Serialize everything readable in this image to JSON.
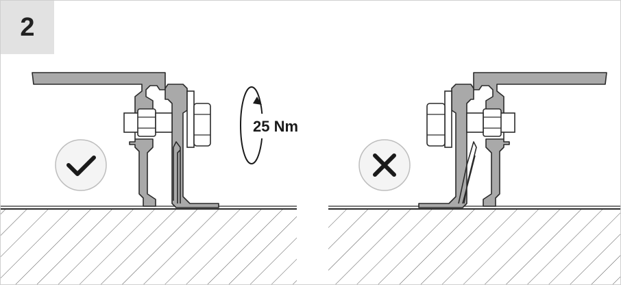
{
  "step": {
    "number": "2"
  },
  "torque": {
    "label": "25 Nm"
  },
  "panels": [
    {
      "id": "correct",
      "status_icon": "check-icon",
      "meaning": "correct"
    },
    {
      "id": "incorrect",
      "status_icon": "cross-icon",
      "meaning": "incorrect"
    }
  ],
  "colors": {
    "metal_fill": "#a9a9a9",
    "outline": "#2a2a2a",
    "hatch": "#555555",
    "badge_bg": "#e2e2e2",
    "icon_circle": "#f4f4f4"
  }
}
